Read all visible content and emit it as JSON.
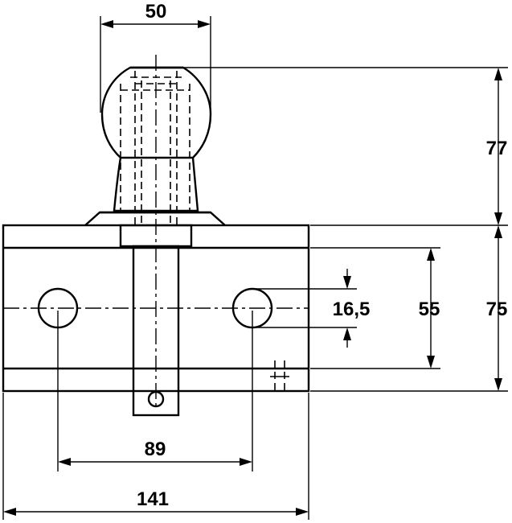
{
  "drawing": {
    "line_color": "#000000",
    "background": "#ffffff"
  },
  "dimensions": {
    "ball_diameter": "50",
    "ball_height": "77",
    "block_height": "75",
    "hole_spacing_vertical": "55",
    "hole_diameter": "16,5",
    "hole_spacing_horizontal": "89",
    "block_width": "141"
  }
}
